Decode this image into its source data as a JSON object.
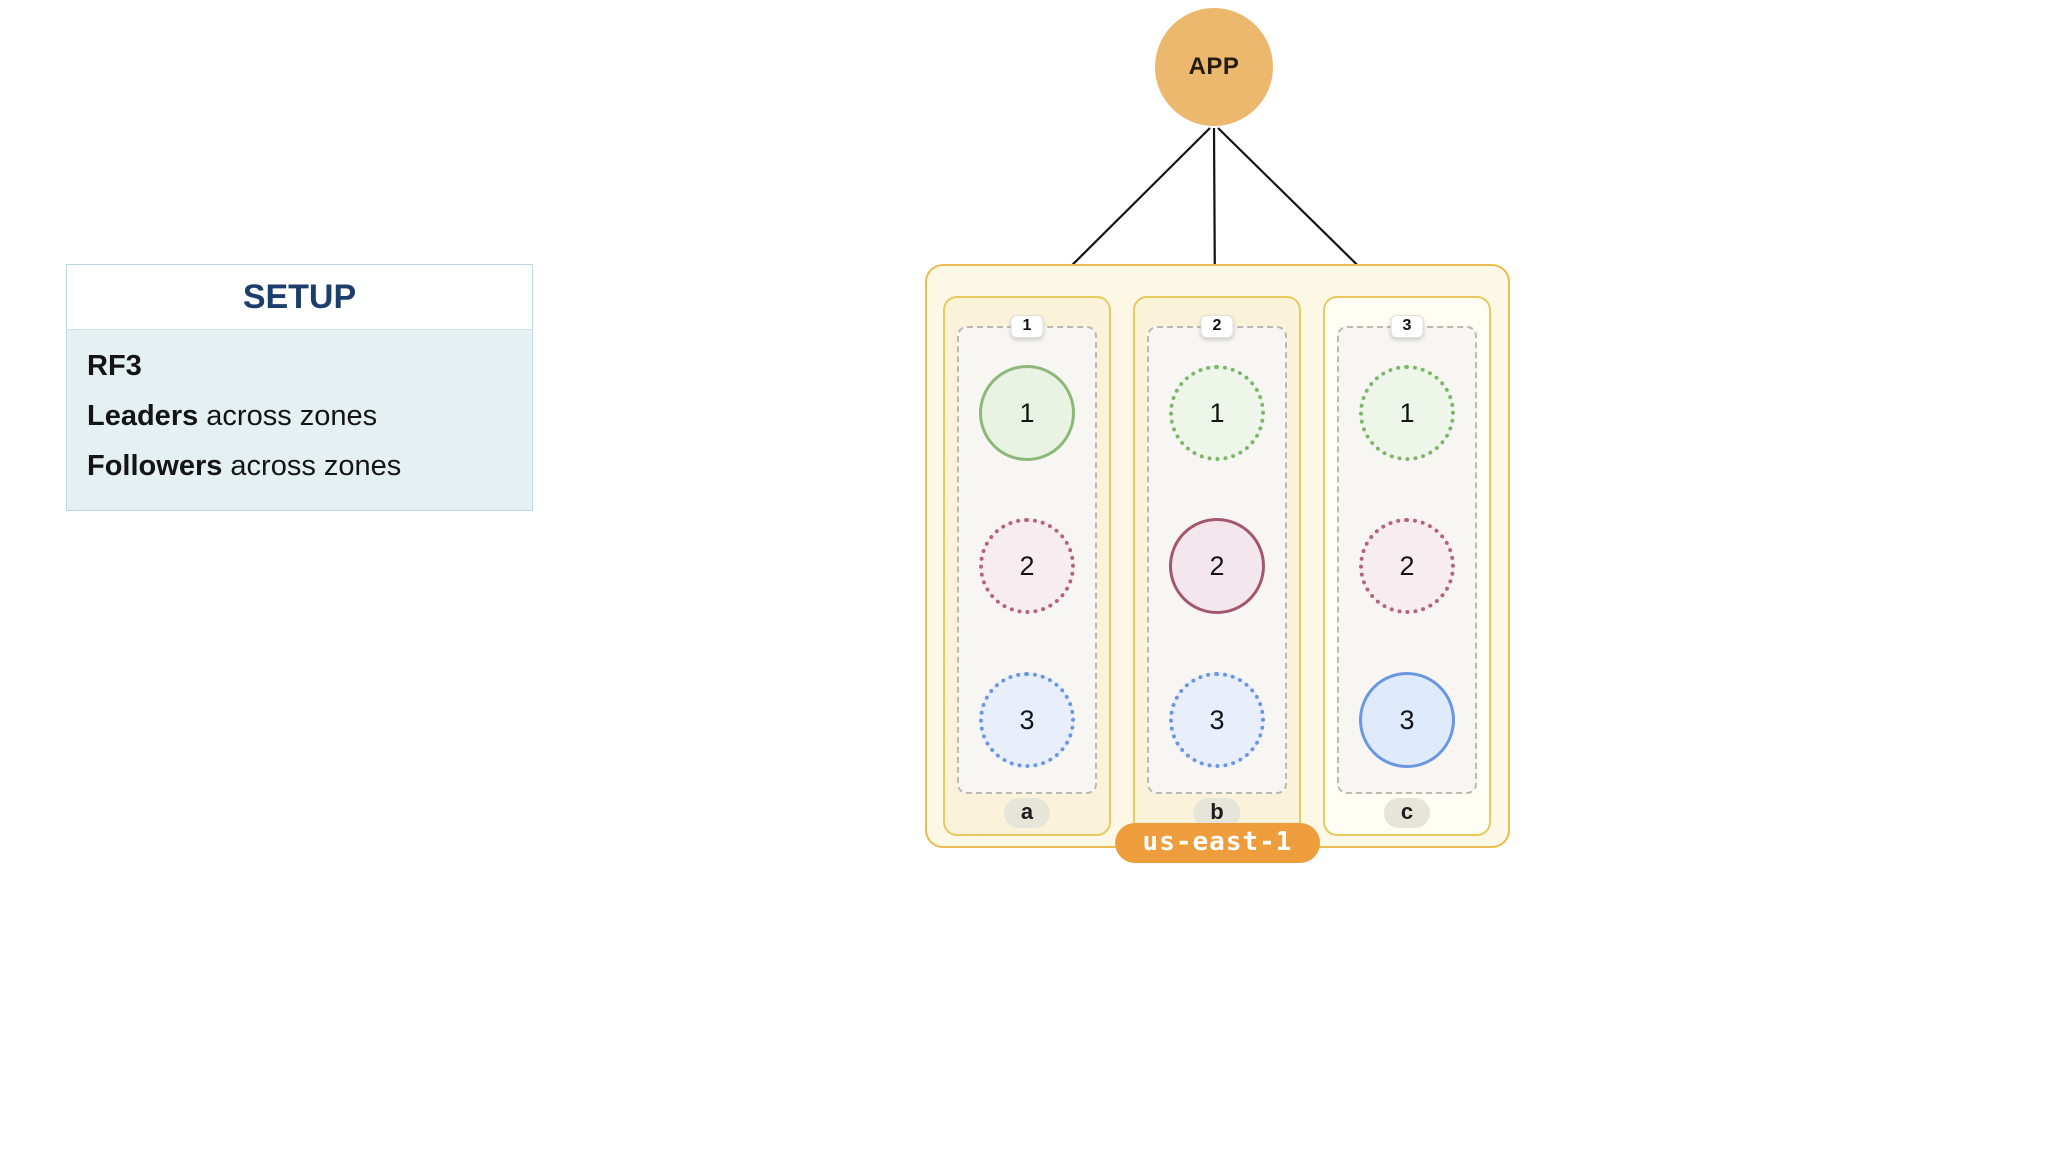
{
  "setup_panel": {
    "title": "SETUP",
    "lines": [
      {
        "bold": "RF3",
        "rest": ""
      },
      {
        "bold": "Leaders",
        "rest": " across zones"
      },
      {
        "bold": "Followers",
        "rest": " across zones"
      }
    ]
  },
  "app": {
    "label": "APP"
  },
  "region": {
    "label": "us-east-1",
    "zones": [
      {
        "label": "a",
        "badge": "1",
        "nodes": [
          {
            "label": "1",
            "color": "green",
            "role": "leader"
          },
          {
            "label": "2",
            "color": "red",
            "role": "follower"
          },
          {
            "label": "3",
            "color": "blue",
            "role": "follower"
          }
        ]
      },
      {
        "label": "b",
        "badge": "2",
        "nodes": [
          {
            "label": "1",
            "color": "green",
            "role": "follower"
          },
          {
            "label": "2",
            "color": "red",
            "role": "leader"
          },
          {
            "label": "3",
            "color": "blue",
            "role": "follower"
          }
        ]
      },
      {
        "label": "c",
        "badge": "3",
        "nodes": [
          {
            "label": "1",
            "color": "green",
            "role": "follower"
          },
          {
            "label": "2",
            "color": "red",
            "role": "follower"
          },
          {
            "label": "3",
            "color": "blue",
            "role": "leader"
          }
        ]
      }
    ]
  },
  "colors": {
    "app_fill": "#ecb86e",
    "region_fill": "#fdf8e6",
    "region_border": "#e9bd4f",
    "zone_fill": "#faf3da",
    "leader_green": "#8cb878",
    "leader_red": "#a3576f",
    "leader_blue": "#6b96e0",
    "region_label_bg": "#ee9d3d",
    "setup_title_color": "#1c3e6e",
    "setup_body_bg": "#e4f0f1",
    "arrow_color": "#111111"
  }
}
